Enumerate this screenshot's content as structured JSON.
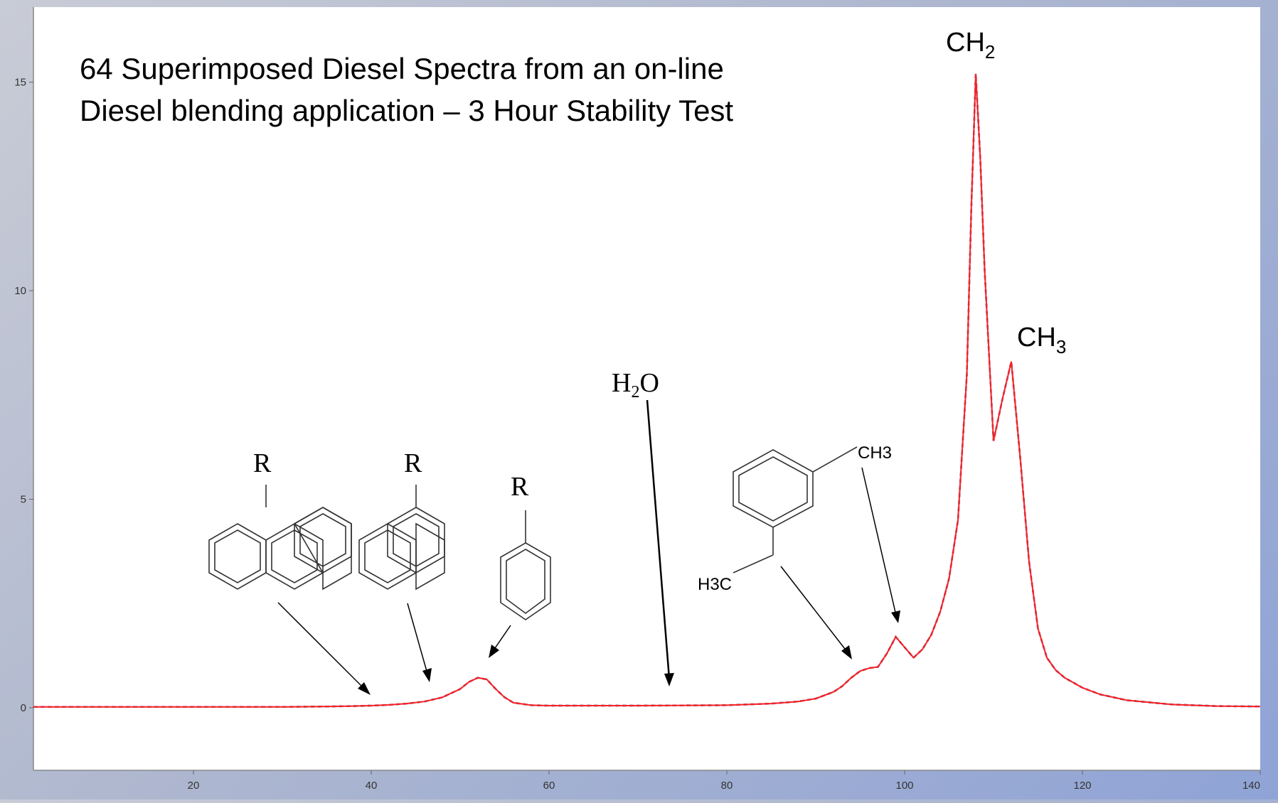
{
  "chart_data": {
    "type": "line",
    "title_lines": [
      "64 Superimposed Diesel Spectra from an on-line",
      "Diesel blending application – 3 Hour Stability Test"
    ],
    "xlabel": "",
    "ylabel": "",
    "xlim": [
      2,
      140
    ],
    "ylim": [
      -1.5,
      16.8
    ],
    "x_ticks": [
      20,
      40,
      60,
      80,
      100,
      120,
      140
    ],
    "y_ticks": [
      0,
      5,
      10,
      15
    ],
    "grid": false,
    "series_color": "#ff2020",
    "shadow_colors": [
      "#1a3fa0",
      "#207a20",
      "#8a2a9a"
    ],
    "series": [
      {
        "x": [
          2,
          20,
          30,
          35,
          38,
          40,
          42,
          44,
          46,
          48,
          50,
          51,
          52,
          53,
          54,
          55,
          56,
          58,
          60,
          70,
          80,
          85,
          88,
          90,
          92,
          93,
          94,
          95,
          96,
          97,
          98,
          99,
          100,
          101,
          102,
          103,
          104,
          105,
          106,
          107,
          107.5,
          108,
          108.5,
          109,
          110,
          111,
          112,
          113,
          114,
          115,
          116,
          117,
          118,
          120,
          122,
          125,
          130,
          135,
          140
        ],
        "y": [
          0.02,
          0.02,
          0.02,
          0.03,
          0.04,
          0.05,
          0.07,
          0.1,
          0.15,
          0.25,
          0.45,
          0.62,
          0.72,
          0.68,
          0.45,
          0.25,
          0.12,
          0.06,
          0.05,
          0.05,
          0.06,
          0.1,
          0.15,
          0.22,
          0.38,
          0.52,
          0.72,
          0.88,
          0.95,
          0.98,
          1.3,
          1.7,
          1.45,
          1.2,
          1.4,
          1.75,
          2.3,
          3.1,
          4.5,
          8.0,
          12.0,
          15.2,
          13.2,
          10.5,
          6.4,
          7.4,
          8.3,
          6.0,
          3.5,
          1.9,
          1.2,
          0.9,
          0.72,
          0.48,
          0.32,
          0.18,
          0.08,
          0.04,
          0.03
        ]
      }
    ],
    "annotations": {
      "ch2_label": "CH",
      "ch2_sub": "2",
      "ch3_label": "CH",
      "ch3_sub": "3",
      "h2o_label_h": "H",
      "h2o_label_sub": "2",
      "h2o_label_o": "O",
      "r_label_1": "R",
      "r_label_2": "R",
      "r_label_3": "R",
      "ch3_struct_label": "CH3",
      "h3c_struct_label": "H3C"
    }
  }
}
